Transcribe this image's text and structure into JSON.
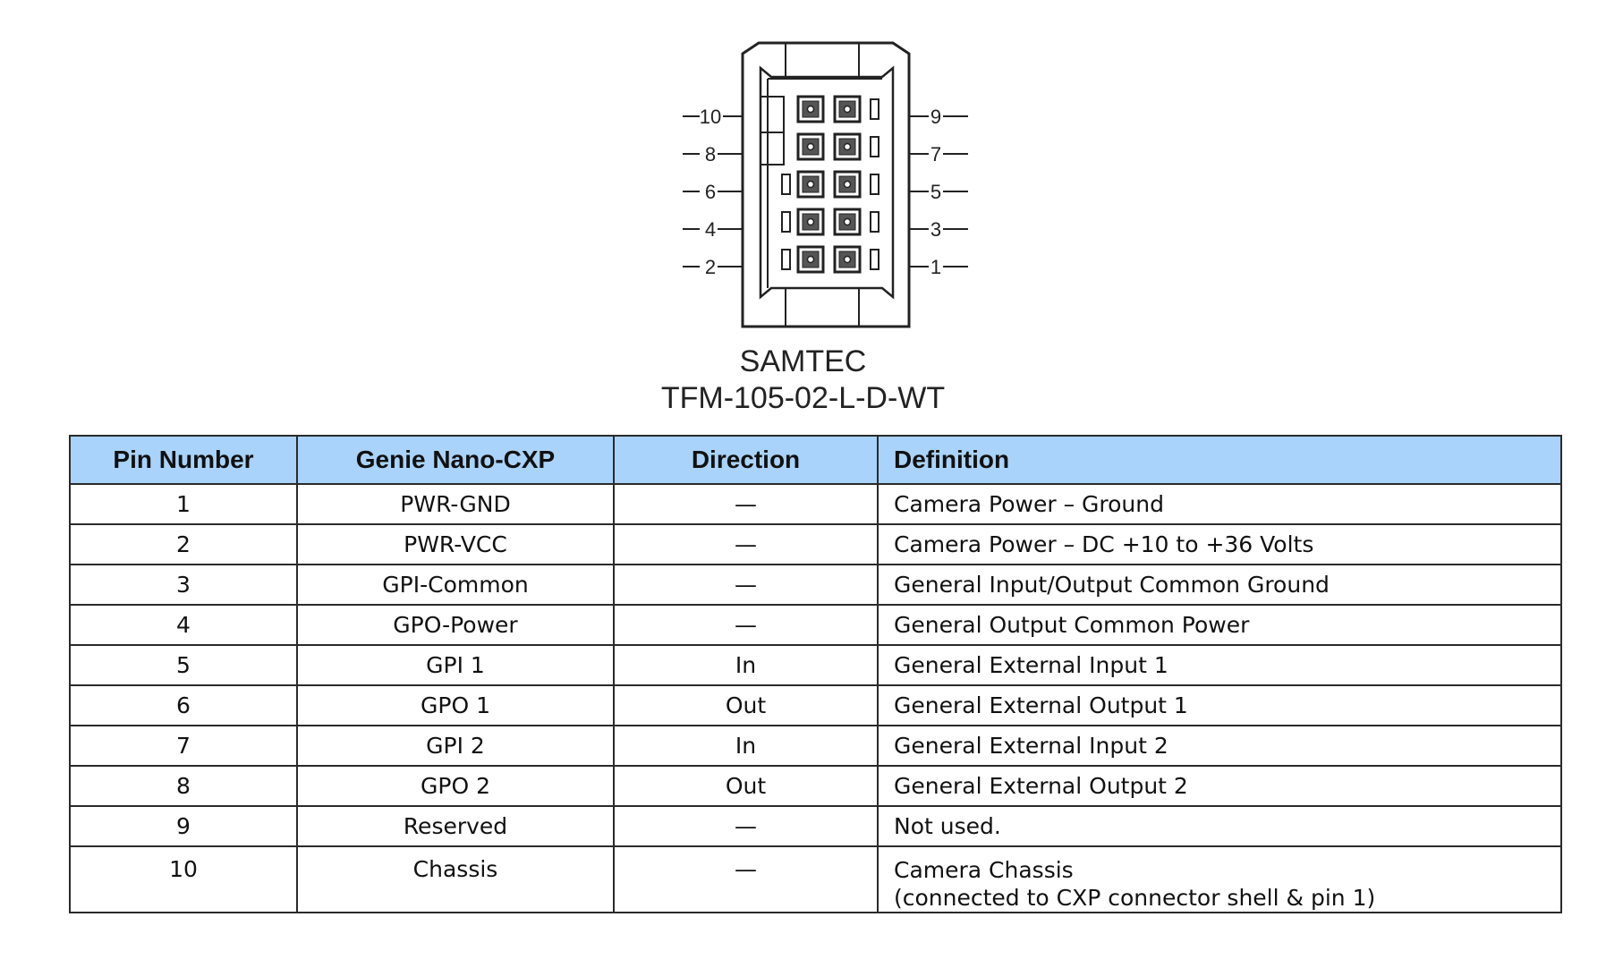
{
  "connector": {
    "maker": "SAMTEC",
    "part_number": "TFM-105-02-L-D-WT",
    "left_pin_labels": [
      "10",
      "8",
      "6",
      "4",
      "2"
    ],
    "right_pin_labels": [
      "9",
      "7",
      "5",
      "3",
      "1"
    ]
  },
  "table": {
    "headers": {
      "pin": "Pin Number",
      "signal": "Genie Nano-CXP",
      "direction": "Direction",
      "definition": "Definition"
    },
    "rows": [
      {
        "pin": "1",
        "signal": "PWR-GND",
        "direction": "—",
        "definition": "Camera Power – Ground"
      },
      {
        "pin": "2",
        "signal": "PWR-VCC",
        "direction": "—",
        "definition": "Camera Power – DC +10 to +36 Volts"
      },
      {
        "pin": "3",
        "signal": "GPI-Common",
        "direction": "—",
        "definition": "General Input/Output Common Ground"
      },
      {
        "pin": "4",
        "signal": "GPO-Power",
        "direction": "—",
        "definition": "General Output Common Power"
      },
      {
        "pin": "5",
        "signal": "GPI 1",
        "direction": "In",
        "definition": "General External Input 1"
      },
      {
        "pin": "6",
        "signal": "GPO 1",
        "direction": "Out",
        "definition": "General External Output 1"
      },
      {
        "pin": "7",
        "signal": "GPI 2",
        "direction": "In",
        "definition": "General External Input 2"
      },
      {
        "pin": "8",
        "signal": "GPO 2",
        "direction": "Out",
        "definition": "General External Output 2"
      },
      {
        "pin": "9",
        "signal": "Reserved",
        "direction": "—",
        "definition": "Not used."
      },
      {
        "pin": "10",
        "signal": "Chassis",
        "direction": "—",
        "definition": "Camera Chassis",
        "definition_line2": "(connected to CXP connector shell & pin 1)"
      }
    ]
  },
  "colors": {
    "header_background": "#a9d3fb",
    "border": "#2a2a2a"
  }
}
